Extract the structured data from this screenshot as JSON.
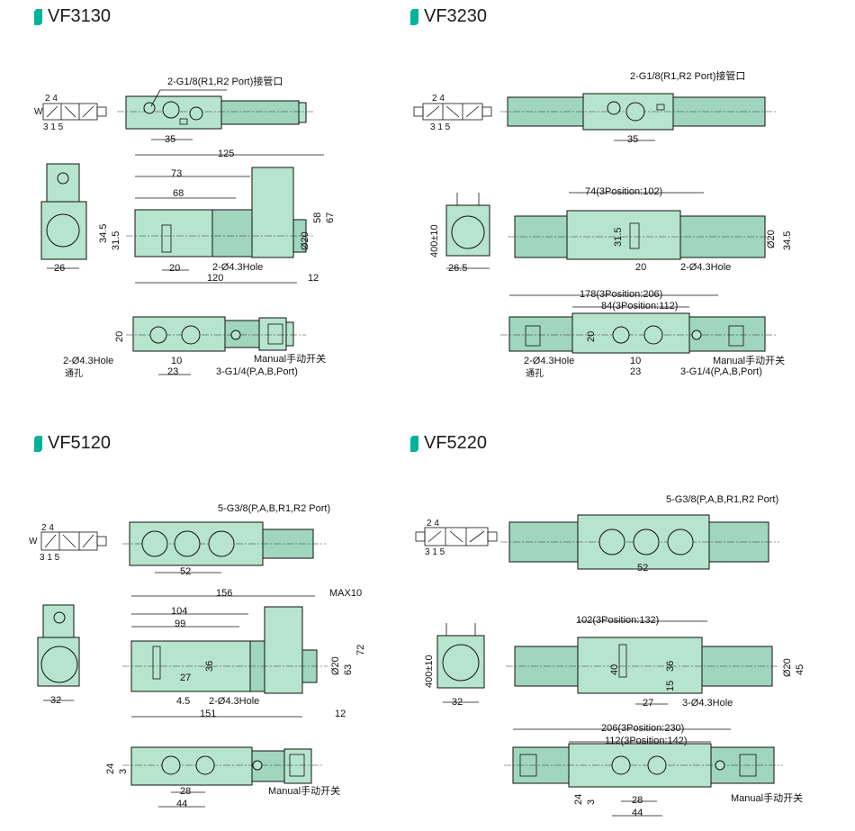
{
  "sections": [
    {
      "id": "vf3130",
      "title": "VF3130"
    },
    {
      "id": "vf3230",
      "title": "VF3230"
    },
    {
      "id": "vf5120",
      "title": "VF5120"
    },
    {
      "id": "vf5220",
      "title": "VF5220"
    }
  ],
  "vf3130": {
    "symbol_top": "2 4",
    "symbol_bottom": "3 1 5",
    "symbol_w": "W",
    "exhaust_callout": "2-G1/8(R1,R2 Port)接管口",
    "d_35": "35",
    "d_125": "125",
    "d_73": "73",
    "d_68": "68",
    "d_34_5": "34.5",
    "d_31_5": "31.5",
    "d_58": "58",
    "d_67": "67",
    "d_phi20": "Ø20",
    "d_20": "20",
    "d_26": "26",
    "d_120": "120",
    "d_12": "12",
    "hole_callout": "2-Ø4.3Hole",
    "d_20b": "20",
    "hole_callout_b": "2-Ø4.3Hole",
    "through_hole": "通孔",
    "d_10": "10",
    "d_23": "23",
    "port_callout": "3-G1/4(P,A,B,Port)",
    "manual_callout": "Manual手动开关"
  },
  "vf3230": {
    "symbol_top": "2 4",
    "symbol_bottom": "3 1 5",
    "exhaust_callout": "2-G1/8(R1,R2 Port)接管口",
    "d_35": "35",
    "d_400": "400±10",
    "d_26_5": "26.5",
    "d_74": "74(3Position:102)",
    "d_phi20": "Ø20",
    "d_34_5": "34.5",
    "d_20": "20",
    "d_31_5": "31.5",
    "hole_callout": "2-Ø4.3Hole",
    "d_178": "178(3Position:206)",
    "d_84": "84(3Position:112)",
    "d_20b": "20",
    "manual_callout": "Manual手动开关",
    "hole_callout_b": "2-Ø4.3Hole",
    "through_hole": "通孔",
    "d_10": "10",
    "d_23": "23",
    "port_callout": "3-G1/4(P,A,B,Port)"
  },
  "vf5120": {
    "symbol_top": "2 4",
    "symbol_bottom": "3 1 5",
    "symbol_w": "W",
    "port_callout": "5-G3/8(P,A,B,R1,R2 Port)",
    "d_52": "52",
    "d_156": "156",
    "d_max10": "MAX10",
    "d_104": "104",
    "d_99": "99",
    "d_36": "36",
    "d_phi20": "Ø20",
    "d_63": "63",
    "d_72": "72",
    "d_27": "27",
    "d_4_5": "4.5",
    "hole_callout": "2-Ø4.3Hole",
    "d_32": "32",
    "d_151": "151",
    "d_12": "12",
    "d_24": "24",
    "d_3": "3",
    "d_28": "28",
    "d_44": "44",
    "manual_callout": "Manual手动开关"
  },
  "vf5220": {
    "symbol_top": "2 4",
    "symbol_bottom": "3 1 5",
    "port_callout": "5-G3/8(P,A,B,R1,R2 Port)",
    "d_52": "52",
    "d_102": "102(3Position:132)",
    "d_400": "400±10",
    "d_40": "40",
    "d_36": "36",
    "d_15": "15",
    "d_phi20": "Ø20",
    "d_45": "45",
    "d_27": "27",
    "hole_callout": "3-Ø4.3Hole",
    "d_32": "32",
    "d_206": "206(3Position:230)",
    "d_112": "112(3Position:142)",
    "d_24": "24",
    "d_3": "3",
    "d_28": "28",
    "d_44": "44",
    "manual_callout": "Manual手动开关"
  }
}
